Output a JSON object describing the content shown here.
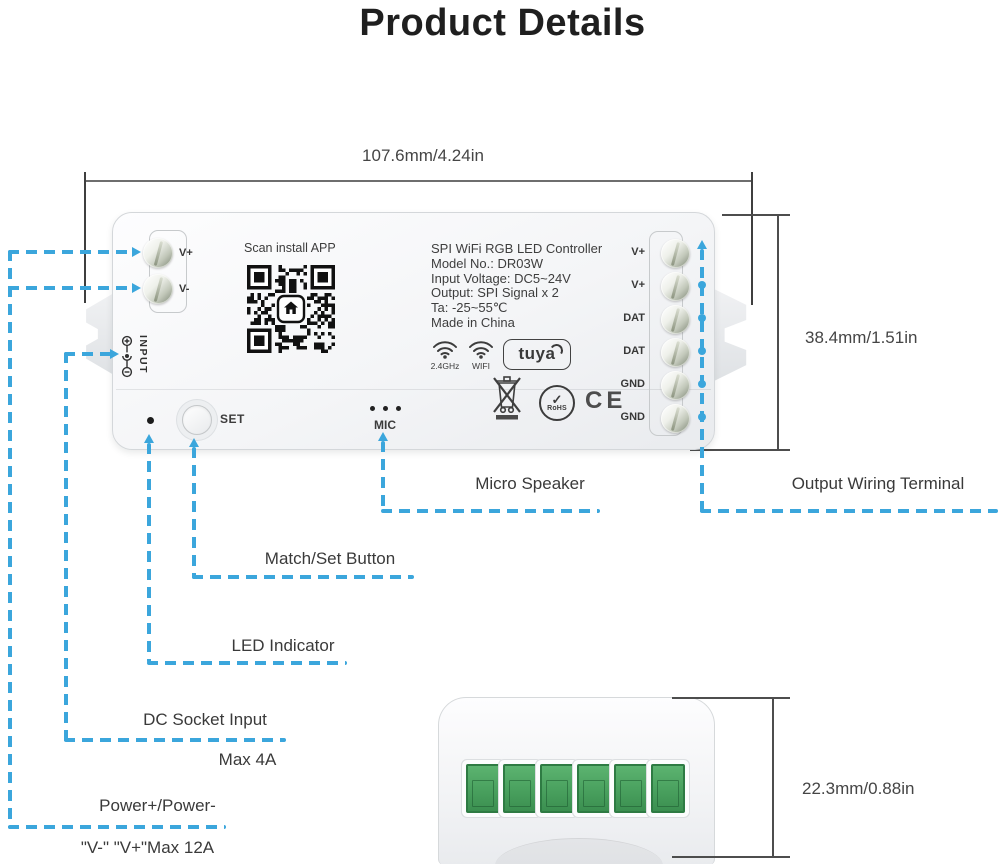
{
  "title": "Product Details",
  "dimensions": {
    "width_label": "107.6mm/4.24in",
    "height_label": "38.4mm/1.51in",
    "depth_label": "22.3mm/0.88in"
  },
  "device": {
    "scan_label": "Scan install APP",
    "input_label": "INPUT",
    "set_label": "SET",
    "mic_label": "MIC",
    "left_terminals": [
      "V+",
      "V-"
    ],
    "right_terminals": [
      "V+",
      "V+",
      "DAT",
      "DAT",
      "GND",
      "GND"
    ],
    "info_lines": [
      "SPI WiFi RGB LED Controller",
      "Model No.: DR03W",
      "Input Voltage: DC5~24V",
      "Output: SPI Signal x 2",
      "Ta: -25~55℃",
      "Made in China"
    ],
    "badges": {
      "freq": "2.4GHz",
      "wifi": "WIFI",
      "brand": "tuya",
      "rohs": "RoHS",
      "rohs_check": "✓",
      "ce": "CE"
    }
  },
  "callouts": {
    "micro_speaker": "Micro Speaker",
    "output_wiring": "Output Wiring Terminal",
    "match_set": "Match/Set Button",
    "led": "LED Indicator",
    "dc_socket": "DC Socket Input",
    "dc_max": "Max 4A",
    "power": "Power+/Power-",
    "power_max": "\"V-\" \"V+\"Max 12A"
  },
  "colors": {
    "accent": "#3ba6dc",
    "terminal_green": "#49a05e",
    "line_gray": "#6e6e6e"
  }
}
